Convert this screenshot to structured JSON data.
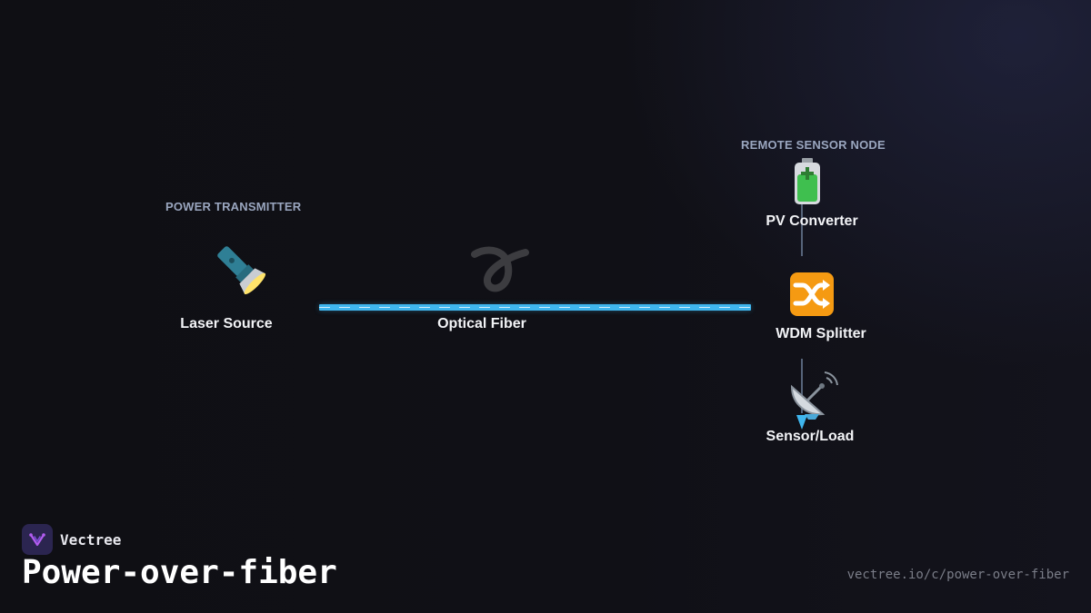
{
  "diagram": {
    "groups": {
      "transmitter": "POWER TRANSMITTER",
      "remote": "REMOTE SENSOR NODE"
    },
    "nodes": {
      "laser": {
        "label": "Laser Source",
        "icon": "flashlight-icon"
      },
      "fiber": {
        "label": "Optical Fiber",
        "icon": "curly-loop-icon"
      },
      "pv": {
        "label": "PV Converter",
        "icon": "battery-icon"
      },
      "wdm": {
        "label": "WDM Splitter",
        "icon": "shuffle-icon"
      },
      "sensor": {
        "label": "Sensor/Load",
        "icon": "satellite-dish-icon"
      }
    },
    "colors": {
      "fiber": "#3fb6ee",
      "connector": "#56647a",
      "group_label": "#9aa6bf"
    }
  },
  "brand": {
    "name": "Vectree",
    "logo_color": "#2b2550"
  },
  "title": "Power-over-fiber",
  "url": "vectree.io/c/power-over-fiber"
}
